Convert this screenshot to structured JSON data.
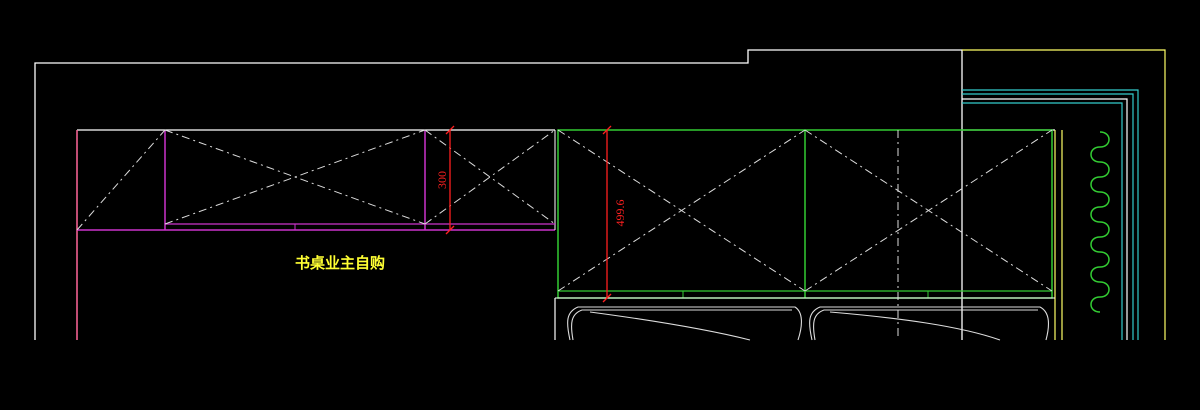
{
  "drawing": {
    "annotation_note": "书桌业主自购",
    "dimension_left": "300",
    "dimension_right": "499.6"
  },
  "colors": {
    "background": "#000000",
    "walls": "#ffffff",
    "left_cabinet": "#cc33cc",
    "right_cabinet": "#33cc33",
    "dimensions": "#ff2020",
    "note_text": "#ffff33",
    "curtain": "#33cc33",
    "offset_yellow": "#ffff66",
    "offset_cyan": "#33cccc",
    "pink_edge": "#ff6699"
  }
}
